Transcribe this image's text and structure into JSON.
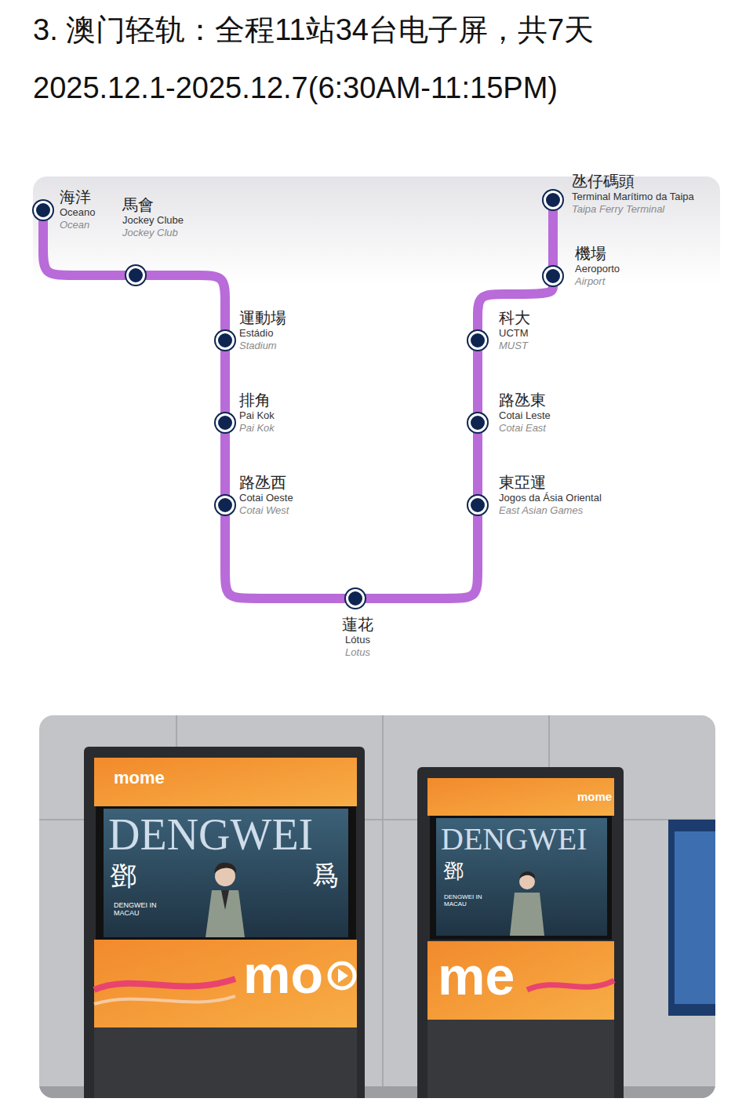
{
  "diagram": {
    "title": "3. 澳门轻轨：全程11站34台电子屏，共7天",
    "nodes": [
      {
        "text": [
          "海洋",
          "Oceano",
          "Ocean"
        ]
      },
      {
        "text": [
          "馬會",
          "Jockey Clube",
          "Jockey Club"
        ]
      },
      {
        "text": [
          "運動場",
          "Estádio",
          "Stadium"
        ]
      },
      {
        "text": [
          "排角",
          "Pai Kok",
          "Pai Kok"
        ]
      },
      {
        "text": [
          "路氹西",
          "Cotai Oeste",
          "Cotai West"
        ]
      },
      {
        "text": [
          "蓮花",
          "Lótus",
          "Lotus"
        ]
      },
      {
        "text": [
          "東亞運",
          "Jogos da Ásia Oriental",
          "East Asian Games"
        ]
      },
      {
        "text": [
          "路氹東",
          "Cotai Leste",
          "Cotai East"
        ]
      },
      {
        "text": [
          "科大",
          "UCTM",
          "MUST"
        ]
      },
      {
        "text": [
          "機場",
          "Aeroporto",
          "Airport"
        ]
      },
      {
        "text": [
          "氹仔碼頭",
          "Terminal Marítimo da Taipa",
          "Taipa Ferry Terminal"
        ]
      }
    ],
    "edges": [
      {
        "from": 0,
        "to": 1,
        "arrow": "none"
      },
      {
        "from": 1,
        "to": 2,
        "arrow": "none"
      },
      {
        "from": 2,
        "to": 3,
        "arrow": "none"
      },
      {
        "from": 3,
        "to": 4,
        "arrow": "none"
      },
      {
        "from": 4,
        "to": 5,
        "arrow": "none"
      },
      {
        "from": 5,
        "to": 6,
        "arrow": "none"
      },
      {
        "from": 6,
        "to": 7,
        "arrow": "none"
      },
      {
        "from": 7,
        "to": 8,
        "arrow": "none"
      },
      {
        "from": 8,
        "to": 9,
        "arrow": "none"
      },
      {
        "from": 9,
        "to": 10,
        "arrow": "none"
      }
    ],
    "labels": [
      "2025.12.1-2025.12.7(6:30AM-11:15PM)",
      "mome",
      "DENGWEI",
      "鄧",
      "爲",
      "DENGWEI IN MACAU",
      "mo",
      "mome",
      "DENGWEI",
      "鄧",
      "DENGWEI IN MACAU",
      "me"
    ]
  }
}
